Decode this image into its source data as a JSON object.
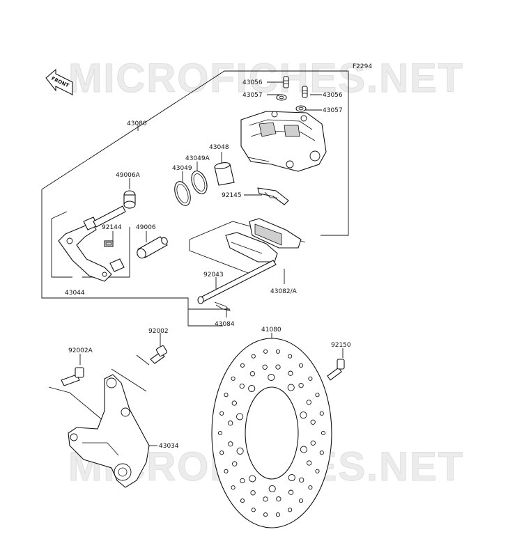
{
  "diagram_code": "F2294",
  "front_label": "FRONT",
  "watermark": "MICROFICHES.NET",
  "parts": {
    "p43056_top": "43056",
    "p43056_right": "43056",
    "p43057_left": "43057",
    "p43057_right": "43057",
    "p43080": "43080",
    "p43048": "43048",
    "p43049A": "43049A",
    "p43049": "43049",
    "p49006A": "49006A",
    "p92145": "92145",
    "p92144": "92144",
    "p49006": "49006",
    "p43044": "43044",
    "p92043": "92043",
    "p43082A": "43082/A",
    "p43084": "43084",
    "p92002": "92002",
    "p41080": "41080",
    "p92002A": "92002A",
    "p92150": "92150",
    "p43034": "43034"
  }
}
